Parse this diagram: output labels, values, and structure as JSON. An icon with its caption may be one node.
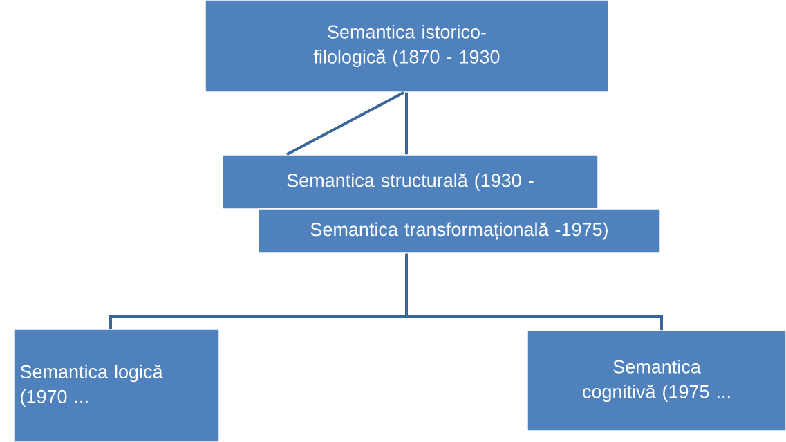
{
  "diagram": {
    "nodes": [
      {
        "text": [
          "Semantica istorico-filologică (1870 - 1930"
        ]
      },
      {
        "text": [
          "Semantica structurală (1930 -"
        ]
      },
      {
        "text": [
          "Semantica transformațională -1975)"
        ]
      },
      {
        "text": [
          "Semantica logică (1970 ..."
        ]
      },
      {
        "text": [
          "Semantica cognitivă (1975 ..."
        ]
      }
    ],
    "edges": [
      {
        "from": 0,
        "to": 1,
        "arrow": "none"
      },
      {
        "from": 0,
        "to": 1,
        "arrow": "none"
      },
      {
        "from": 2,
        "to": 3,
        "arrow": "none"
      },
      {
        "from": 2,
        "to": 4,
        "arrow": "none"
      }
    ]
  }
}
